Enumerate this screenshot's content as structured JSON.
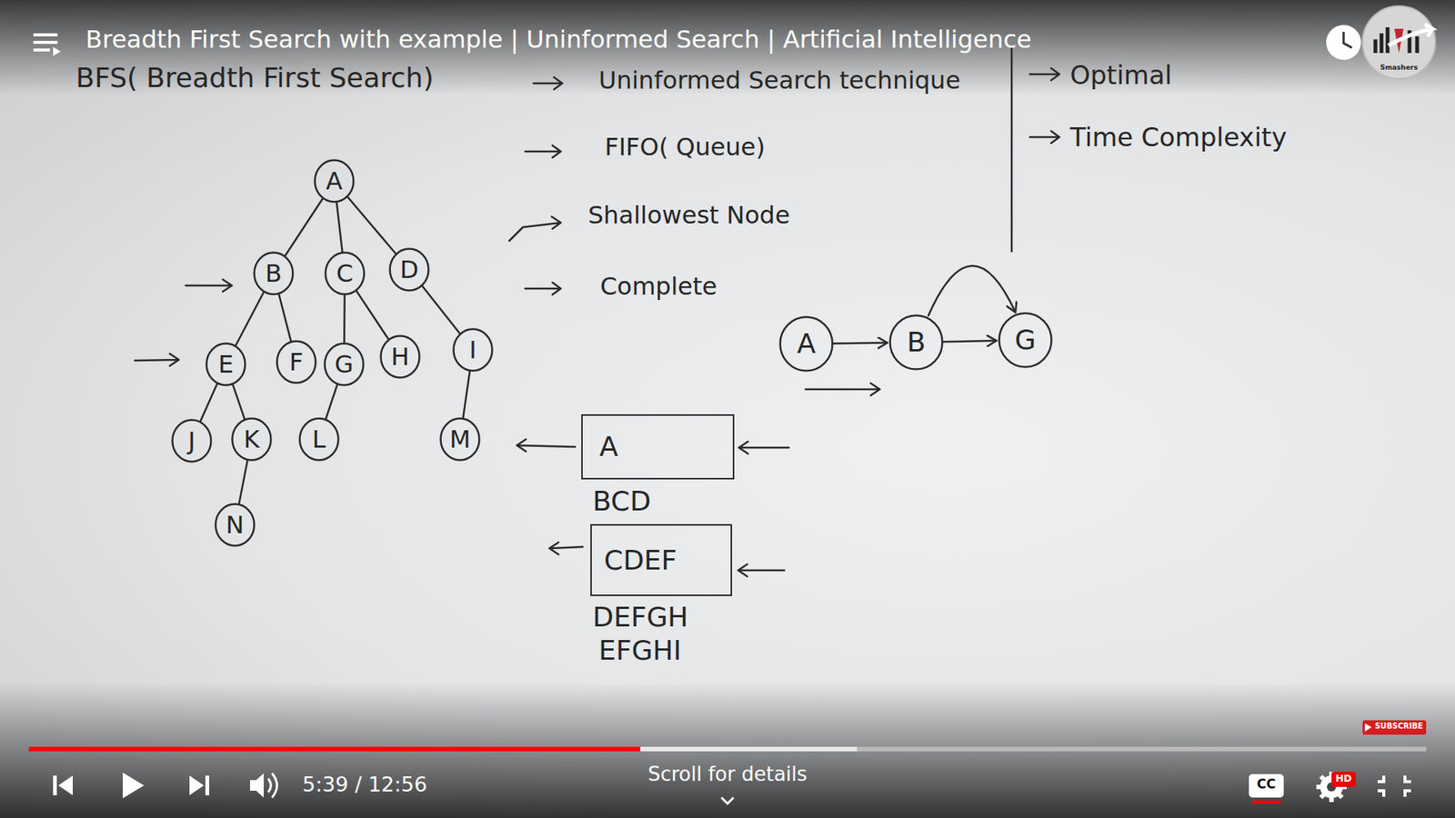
{
  "diagram": {
    "title": "Breadth First Search with example | Uninformed Search | Artificial Intelligence",
    "nodes": [
      {
        "text": [
          "A"
        ]
      },
      {
        "text": [
          "B"
        ]
      },
      {
        "text": [
          "C"
        ]
      },
      {
        "text": [
          "D"
        ]
      },
      {
        "text": [
          "E"
        ]
      },
      {
        "text": [
          "F"
        ]
      },
      {
        "text": [
          "G"
        ]
      },
      {
        "text": [
          "H"
        ]
      },
      {
        "text": [
          "I"
        ]
      },
      {
        "text": [
          "J"
        ]
      },
      {
        "text": [
          "K"
        ]
      },
      {
        "text": [
          "L"
        ]
      },
      {
        "text": [
          "M"
        ]
      },
      {
        "text": [
          "N"
        ]
      },
      {
        "text": [
          "A"
        ]
      },
      {
        "text": [
          "B"
        ]
      },
      {
        "text": [
          "G"
        ]
      },
      {
        "text": [
          "A"
        ]
      },
      {
        "text": [
          "CDEF"
        ]
      }
    ],
    "edges": [
      {
        "from": 0,
        "to": 1,
        "arrow": "none"
      },
      {
        "from": 0,
        "to": 2,
        "arrow": "none"
      },
      {
        "from": 0,
        "to": 3,
        "arrow": "none"
      },
      {
        "from": 1,
        "to": 4,
        "arrow": "none"
      },
      {
        "from": 1,
        "to": 5,
        "arrow": "none"
      },
      {
        "from": 2,
        "to": 6,
        "arrow": "none"
      },
      {
        "from": 2,
        "to": 7,
        "arrow": "none"
      },
      {
        "from": 3,
        "to": 8,
        "arrow": "none"
      },
      {
        "from": 4,
        "to": 9,
        "arrow": "none"
      },
      {
        "from": 4,
        "to": 10,
        "arrow": "none"
      },
      {
        "from": 6,
        "to": 11,
        "arrow": "none"
      },
      {
        "from": 8,
        "to": 12,
        "arrow": "none"
      },
      {
        "from": 10,
        "to": 13,
        "arrow": "none"
      },
      {
        "from": 14,
        "to": 15,
        "arrow": "to"
      },
      {
        "from": 15,
        "to": 16,
        "arrow": "to"
      },
      {
        "from": 15,
        "to": 16,
        "arrow": "to"
      }
    ],
    "labels": [
      "BFS( Breadth First Search)",
      "Uninformed Search technique",
      "FIFO( Queue)",
      "Shallowest Node",
      "Complete",
      "Optimal",
      "Time Complexity",
      "BCD",
      "DEFGH",
      "EFGHI",
      "5:39 / 12:56",
      "Scroll for details",
      "CC",
      "HD",
      "SUBSCRIBE",
      "Smashers"
    ]
  }
}
